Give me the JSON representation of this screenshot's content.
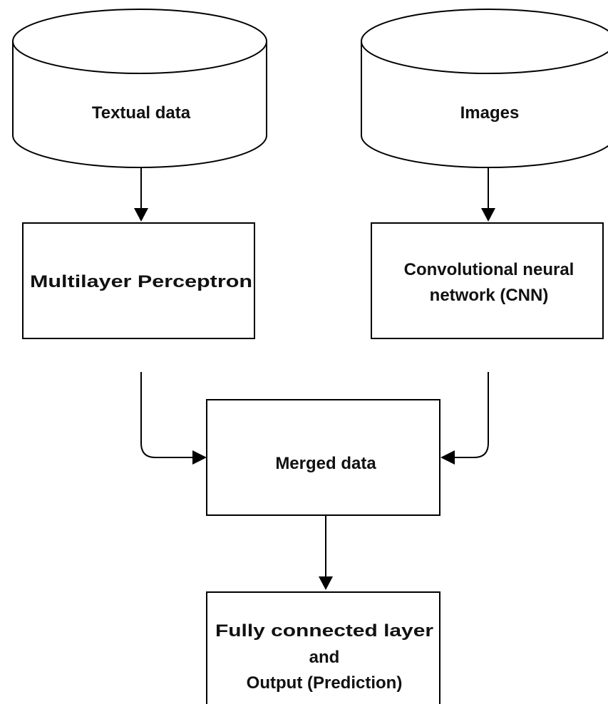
{
  "nodes": {
    "textual_data": "Textual data",
    "images": "Images",
    "mlp": "Multilayer Perceptron",
    "cnn_line1": "Convolutional neural",
    "cnn_line2": "network (CNN)",
    "merged": "Merged data",
    "output_line1": "Fully connected layer",
    "output_line2": "and",
    "output_line3": "Output (Prediction)"
  }
}
